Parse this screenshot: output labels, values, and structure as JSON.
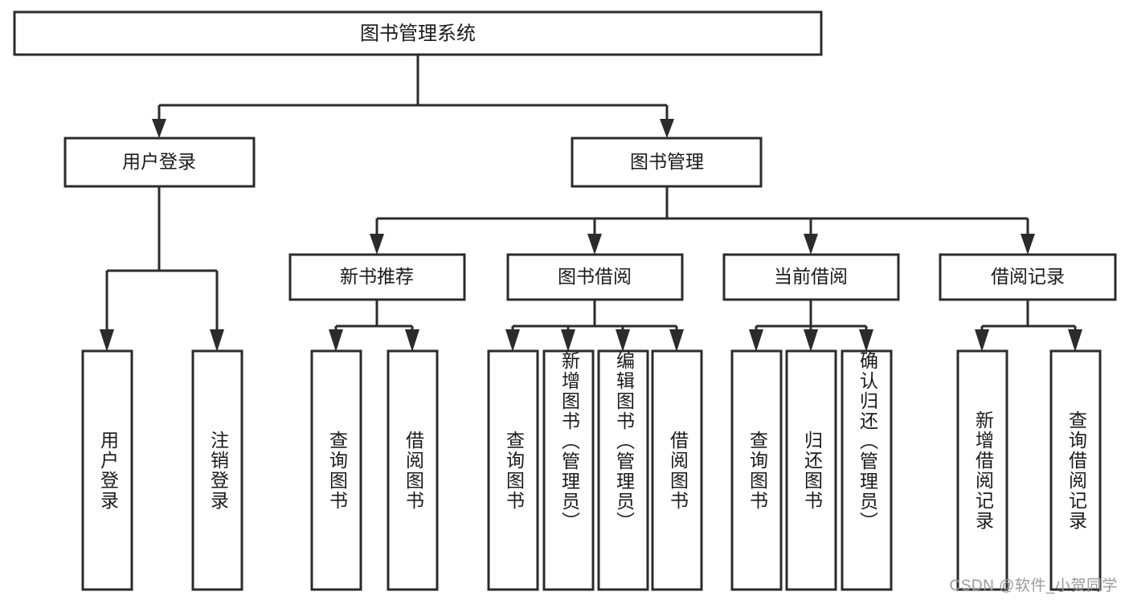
{
  "diagram": {
    "title": "图书管理系统",
    "watermark": "CSDN @软件_小贺同学",
    "colors": {
      "background": "#ffffff",
      "stroke": "#2b2b2b",
      "text": "#1a1a1a",
      "watermark": "#9a9a9a"
    },
    "root": {
      "label": "图书管理系统"
    },
    "level2": [
      {
        "label": "用户登录"
      },
      {
        "label": "图书管理"
      }
    ],
    "level3": [
      {
        "label": "新书推荐"
      },
      {
        "label": "图书借阅"
      },
      {
        "label": "当前借阅"
      },
      {
        "label": "借阅记录"
      }
    ],
    "leaves": {
      "user_login": [
        {
          "label": "用户登录"
        },
        {
          "label": "注销登录"
        }
      ],
      "new_book_recommend": [
        {
          "label": "查询图书"
        },
        {
          "label": "借阅图书"
        }
      ],
      "book_borrow": [
        {
          "label": "查询图书"
        },
        {
          "label": "新增图书（管理员）"
        },
        {
          "label": "编辑图书（管理员）"
        },
        {
          "label": "借阅图书"
        }
      ],
      "current_borrow": [
        {
          "label": "查询图书"
        },
        {
          "label": "归还图书"
        },
        {
          "label": "确认归还（管理员）"
        }
      ],
      "borrow_record": [
        {
          "label": "新增借阅记录"
        },
        {
          "label": "查询借阅记录"
        }
      ]
    }
  }
}
